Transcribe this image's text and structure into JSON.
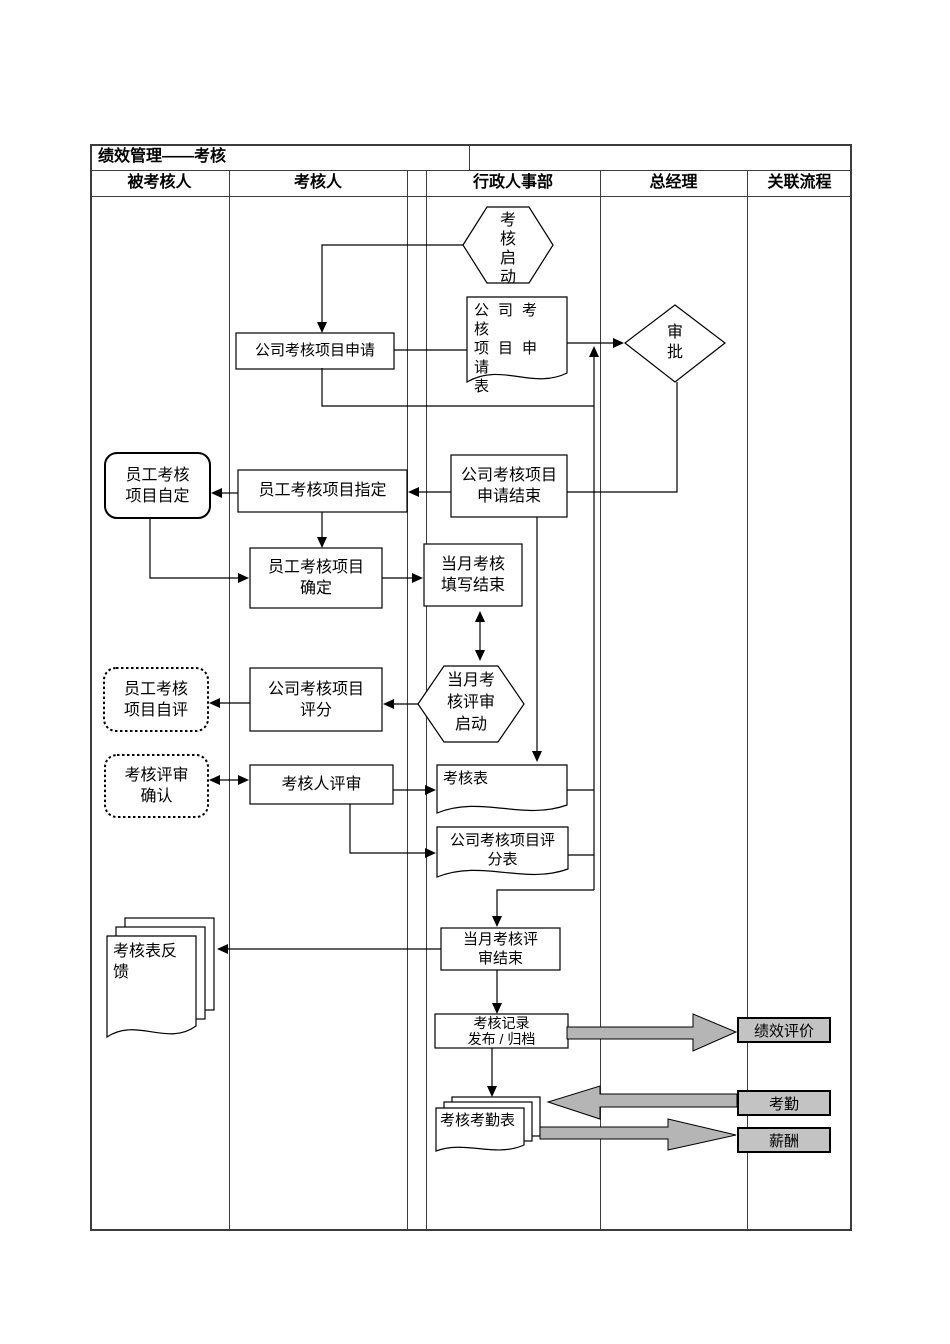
{
  "title": "绩效管理——考核",
  "lanes": [
    "被考核人",
    "考核人",
    "",
    "行政人事部",
    "总经理",
    "关联流程"
  ],
  "nodes": {
    "start_hex": "考\n核\n启\n动",
    "apply": "公司考核项目申请",
    "apply_form": "公司考核\n项目申请\n表",
    "approve": "审\n批",
    "apply_end": "公司考核项目\n申请结束",
    "self_define": "员工考核\n项目自定",
    "assign": "员工考核项目指定",
    "confirm": "员工考核项目\n确定",
    "monthly_fill_end": "当月考核\n填写结束",
    "monthly_review_hex": "当月考\n核评审\n启动",
    "score": "公司考核项目\n评分",
    "self_eval": "员工考核\n项目自评",
    "review_confirm": "考核评审\n确认",
    "reviewer_review": "考核人评审",
    "assessment_form": "考核表",
    "score_form": "公司考核项目评\n分表",
    "monthly_review_end": "当月考核评\n审结束",
    "feedback_doc": "考核表反\n馈",
    "record_publish": "考核记录\n发布 / 归档",
    "attendance_form": "考核考勤表",
    "performance_eval": "绩效评价",
    "attendance": "考勤",
    "salary": "薪酬"
  },
  "colors": {
    "line": "#000000",
    "table_border": "#3c3c3c",
    "gray_box_fill": "#c3c3c3",
    "block_arrow_fill": "#b5b5b5",
    "shape_fill": "#ffffff"
  }
}
